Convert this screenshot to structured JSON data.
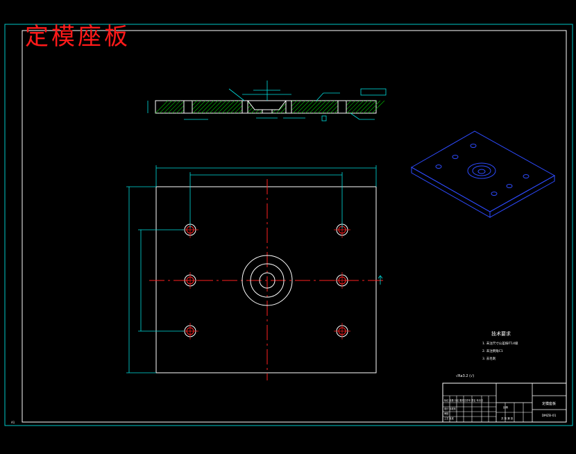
{
  "title": "定模座板",
  "colors": {
    "background": "#000000",
    "frame": "#00c8c8",
    "geometry": "#ffffff",
    "centerline": "#ff2020",
    "dimension": "#00e0e0",
    "hatch": "#00c000",
    "holes": "#2e4bff",
    "title_text": "#ff1a1a"
  },
  "technical_requirements": {
    "heading": "技术要求",
    "items": [
      "1. 未注尺寸公差按IT14级",
      "2. 未注倒角C1",
      "3. 去毛刺"
    ]
  },
  "roughness_note": "√Ra3.2 (√)",
  "title_block": {
    "part_name": "定模座板",
    "drawing_code": "DMZB-01",
    "center_mark": "",
    "rows": [
      "标记 处数 分区 更改文件号 签名 年月日",
      "设计 标准化",
      "审核",
      "工艺 批准"
    ],
    "scale_label": "比例",
    "sheet_label": "共 张 第 张"
  },
  "corner_label": "A1"
}
